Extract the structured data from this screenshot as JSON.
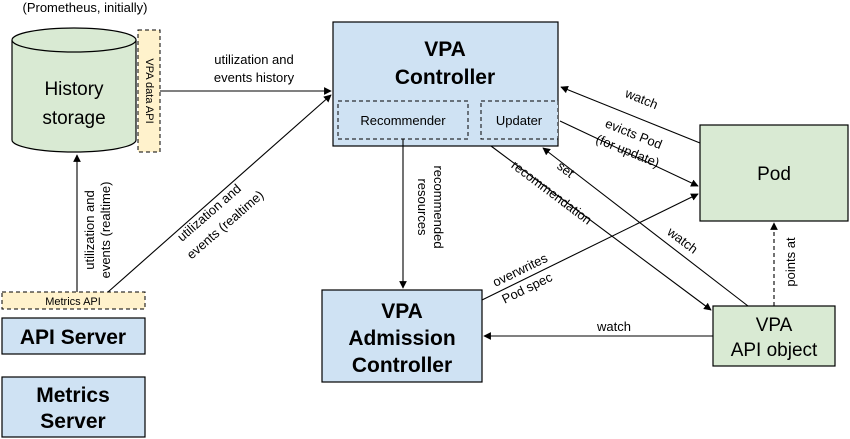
{
  "caption_top": "(Prometheus, initially)",
  "history_storage": {
    "line1": "History",
    "line2": "storage"
  },
  "vpa_data_api": "VPA data API",
  "metrics_api": "Metrics API",
  "api_server": "API Server",
  "metrics_server": {
    "line1": "Metrics",
    "line2": "Server"
  },
  "vpa_controller": {
    "line1": "VPA",
    "line2": "Controller"
  },
  "recommender": "Recommender",
  "updater": "Updater",
  "admission_controller": {
    "line1": "VPA",
    "line2": "Admission",
    "line3": "Controller"
  },
  "pod": "Pod",
  "vpa_api_object": {
    "line1": "VPA",
    "line2": "API object"
  },
  "labels": {
    "util_history": {
      "line1": "utilization and",
      "line2": "events history"
    },
    "util_realtime_vertical": {
      "line1": "utilization and",
      "line2": "events (realtime)"
    },
    "util_realtime_diag": {
      "line1": "utilization and",
      "line2": "events (realtime)"
    },
    "recommended_resources": {
      "line1": "recommended",
      "line2": "resources"
    },
    "watch_pod": "watch",
    "evicts_pod": {
      "line1": "evicts Pod",
      "line2": "(for update)"
    },
    "set_recommendation": {
      "line1": "set",
      "line2": "recommendation"
    },
    "watch_vpa": "watch",
    "overwrites": {
      "line1": "overwrites",
      "line2": "Pod spec"
    },
    "watch_admission": "watch",
    "points_at": "points at"
  }
}
